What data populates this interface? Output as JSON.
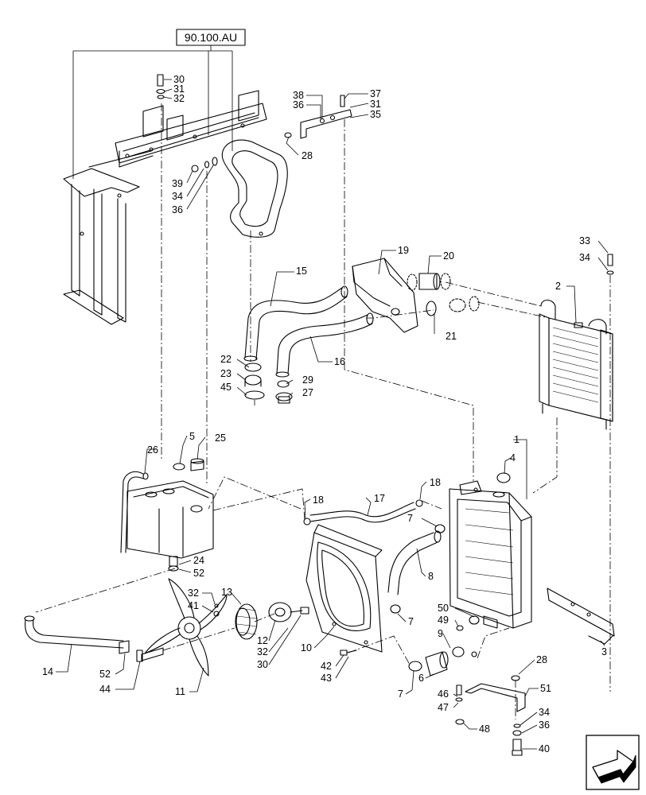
{
  "reference": {
    "label": "90.100.AU"
  },
  "callouts": [
    {
      "id": "c30a",
      "text": "30"
    },
    {
      "id": "c31a",
      "text": "31"
    },
    {
      "id": "c32a",
      "text": "32"
    },
    {
      "id": "c38",
      "text": "38"
    },
    {
      "id": "c36a",
      "text": "36"
    },
    {
      "id": "c37",
      "text": "37"
    },
    {
      "id": "c31b",
      "text": "31"
    },
    {
      "id": "c35",
      "text": "35"
    },
    {
      "id": "c28a",
      "text": "28"
    },
    {
      "id": "c39",
      "text": "39"
    },
    {
      "id": "c34a",
      "text": "34"
    },
    {
      "id": "c36b",
      "text": "36"
    },
    {
      "id": "c15",
      "text": "15"
    },
    {
      "id": "c19",
      "text": "19"
    },
    {
      "id": "c20",
      "text": "20"
    },
    {
      "id": "c33",
      "text": "33"
    },
    {
      "id": "c34b",
      "text": "34"
    },
    {
      "id": "c2",
      "text": "2"
    },
    {
      "id": "c21",
      "text": "21"
    },
    {
      "id": "c16",
      "text": "16"
    },
    {
      "id": "c22",
      "text": "22"
    },
    {
      "id": "c23",
      "text": "23"
    },
    {
      "id": "c45",
      "text": "45"
    },
    {
      "id": "c29",
      "text": "29"
    },
    {
      "id": "c27",
      "text": "27"
    },
    {
      "id": "c26",
      "text": "26"
    },
    {
      "id": "c5",
      "text": "5"
    },
    {
      "id": "c25",
      "text": "25"
    },
    {
      "id": "c1",
      "text": "1"
    },
    {
      "id": "c4",
      "text": "4"
    },
    {
      "id": "c18a",
      "text": "18"
    },
    {
      "id": "c17",
      "text": "17"
    },
    {
      "id": "c18b",
      "text": "18"
    },
    {
      "id": "c24",
      "text": "24"
    },
    {
      "id": "c52a",
      "text": "52"
    },
    {
      "id": "c7a",
      "text": "7"
    },
    {
      "id": "c8",
      "text": "8"
    },
    {
      "id": "c32b",
      "text": "32"
    },
    {
      "id": "c41",
      "text": "41"
    },
    {
      "id": "c13",
      "text": "13"
    },
    {
      "id": "c50",
      "text": "50"
    },
    {
      "id": "c49",
      "text": "49"
    },
    {
      "id": "c3",
      "text": "3"
    },
    {
      "id": "c7b",
      "text": "7"
    },
    {
      "id": "c12",
      "text": "12"
    },
    {
      "id": "c32c",
      "text": "32"
    },
    {
      "id": "c30b",
      "text": "30"
    },
    {
      "id": "c10",
      "text": "10"
    },
    {
      "id": "c9",
      "text": "9"
    },
    {
      "id": "c14",
      "text": "14"
    },
    {
      "id": "c52b",
      "text": "52"
    },
    {
      "id": "c44",
      "text": "44"
    },
    {
      "id": "c42",
      "text": "42"
    },
    {
      "id": "c43",
      "text": "43"
    },
    {
      "id": "c6",
      "text": "6"
    },
    {
      "id": "c28b",
      "text": "28"
    },
    {
      "id": "c11",
      "text": "11"
    },
    {
      "id": "c7c",
      "text": "7"
    },
    {
      "id": "c46",
      "text": "46"
    },
    {
      "id": "c47",
      "text": "47"
    },
    {
      "id": "c51",
      "text": "51"
    },
    {
      "id": "c34c",
      "text": "34"
    },
    {
      "id": "c48",
      "text": "48"
    },
    {
      "id": "c36c",
      "text": "36"
    },
    {
      "id": "c40",
      "text": "40"
    }
  ],
  "nav": {
    "icon": "arrow-navigation-icon"
  }
}
